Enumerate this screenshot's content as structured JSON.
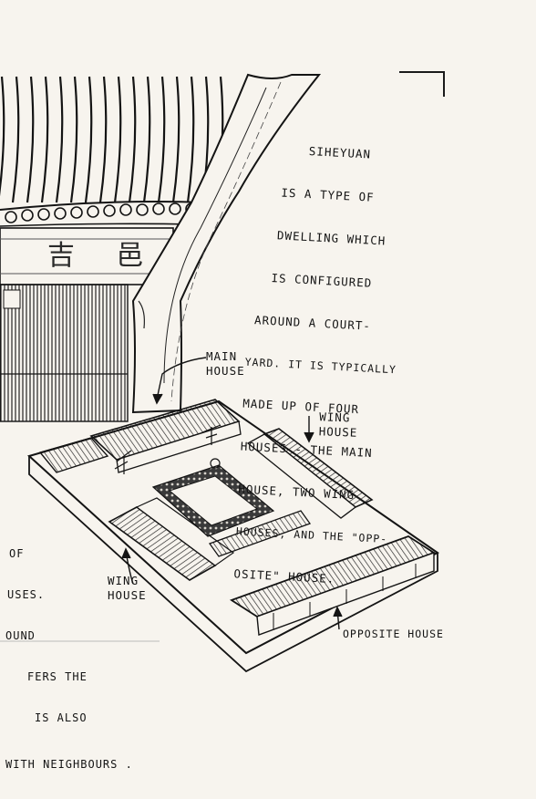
{
  "description_lines": [
    "SIHEYUAN",
    "IS A TYPE OF",
    "DWELLING WHICH",
    "IS CONFIGURED",
    "AROUND A COURT-",
    "YARD. IT IS TYPICALLY",
    "MADE UP OF FOUR",
    "HOUSES - THE MAIN",
    "HOUSE, TWO WING",
    "HOUSES, AND THE \"OPP-",
    "OSITE\" HOUSE."
  ],
  "labels": {
    "main_house": "MAIN\nHOUSE",
    "wing_house_right": "WING\nHOUSE",
    "wing_house_left": "WING\nHOUSE",
    "opposite_house": "OPPOSITE HOUSE"
  },
  "cropped_text_lines": [
    "OF",
    "USES.",
    "OUND",
    "FERS THE",
    "IS ALSO",
    "WITH NEIGHBOURS ."
  ],
  "sign_characters": "吉 邑",
  "colors": {
    "paper": "#f7f4ee",
    "ink": "#161616"
  }
}
